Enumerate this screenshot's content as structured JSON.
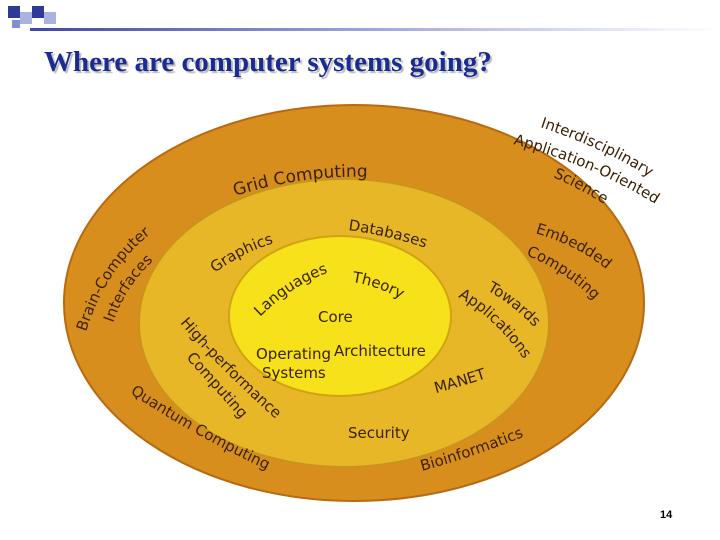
{
  "slide": {
    "title": "Where are computer systems going?",
    "page_number": "14"
  },
  "diagram": {
    "outer_ring": {
      "color": "#d88e1c",
      "labels": {
        "grid": "Grid Computing",
        "interdisciplinary": [
          "Interdisciplinary",
          "Application-Oriented",
          "Science"
        ],
        "embedded": [
          "Embedded",
          "Computing"
        ],
        "bioinformatics": "Bioinformatics",
        "quantum": "Quantum Computing",
        "brain": [
          "Brain-Computer",
          "Interfaces"
        ]
      }
    },
    "middle_ring": {
      "color": "#e8b728",
      "labels": {
        "graphics": "Graphics",
        "databases": "Databases",
        "towards": [
          "Towards",
          "Applications"
        ],
        "manet": "MANET",
        "security": "Security",
        "hpc": [
          "High-performance",
          "Computing"
        ]
      }
    },
    "core": {
      "color": "#f6e11a",
      "labels": {
        "languages": "Languages",
        "theory": "Theory",
        "core": "Core",
        "architecture": "Architecture",
        "operating": [
          "Operating",
          "Systems"
        ]
      }
    }
  }
}
